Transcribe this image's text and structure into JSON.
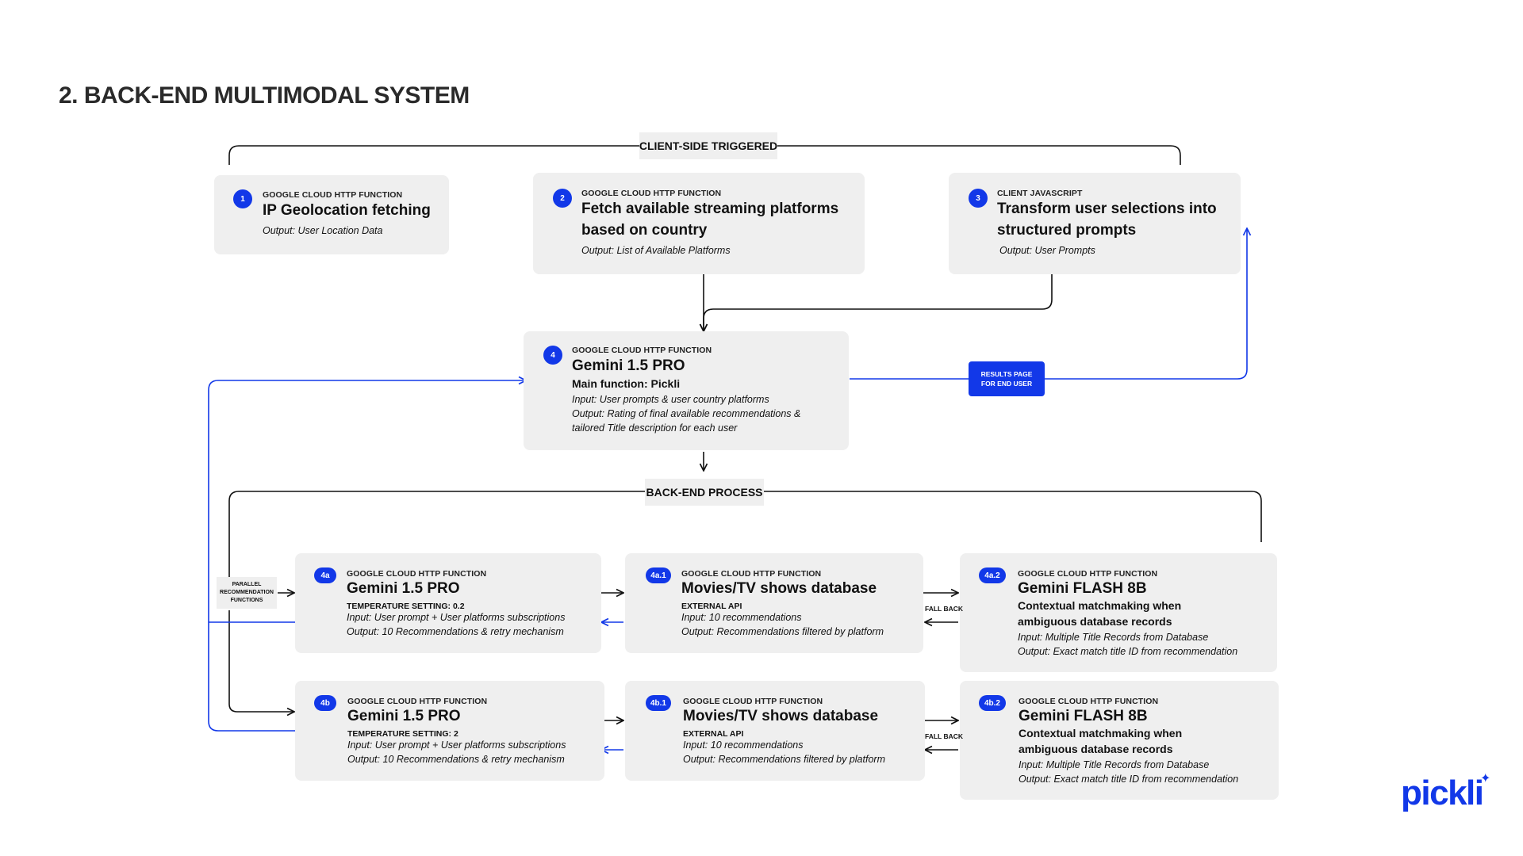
{
  "title": "2.  BACK-END MULTIMODAL SYSTEM",
  "sections": {
    "client": "CLIENT-SIDE TRIGGERED",
    "backend": "BACK-END PROCESS"
  },
  "box1": {
    "badge": "1",
    "caption": "GOOGLE CLOUD HTTP FUNCTION",
    "heading": "IP Geolocation fetching",
    "output": "Output: User Location Data"
  },
  "box2": {
    "badge": "2",
    "caption": "GOOGLE CLOUD HTTP FUNCTION",
    "heading_l1": "Fetch available streaming platforms",
    "heading_l2": "based on country",
    "output": "Output: List of Available Platforms"
  },
  "box3": {
    "badge": "3",
    "caption": "CLIENT JAVASCRIPT",
    "heading_l1": "Transform user  selections into",
    "heading_l2": "structured prompts",
    "output": "Output: User Prompts"
  },
  "box4": {
    "badge": "4",
    "caption": "GOOGLE CLOUD HTTP FUNCTION",
    "heading": "Gemini 1.5 PRO",
    "main": "Main function: Pickli",
    "input": "Input: User prompts & user country platforms",
    "output_l1": "Output: Rating of final available recommendations &",
    "output_l2": "tailored Title description for each user"
  },
  "results_label": "RESULTS PAGE FOR END USER",
  "parallel_label": "PARALLEL RECOMMENDATION FUNCTIONS",
  "fallback_label": "FALL BACK",
  "box4a": {
    "badge": "4a",
    "caption": "GOOGLE CLOUD HTTP FUNCTION",
    "heading": "Gemini 1.5 PRO",
    "setting": "TEMPERATURE SETTING: 0.2",
    "input": "Input: User prompt + User platforms subscriptions",
    "output": "Output: 10 Recommendations & retry mechanism"
  },
  "box4a1": {
    "badge": "4a.1",
    "caption": "GOOGLE CLOUD HTTP FUNCTION",
    "heading": "Movies/TV shows database",
    "setting": "EXTERNAL API",
    "input": "Input: 10 recommendations",
    "output": "Output: Recommendations filtered by platform"
  },
  "box4a2": {
    "badge": "4a.2",
    "caption": "GOOGLE CLOUD HTTP FUNCTION",
    "heading": "Gemini FLASH 8B",
    "sub_l1": "Contextual matchmaking when",
    "sub_l2": "ambiguous database records",
    "input": "Input: Multiple Title Records from Database",
    "output": "Output: Exact match title ID from recommendation"
  },
  "box4b": {
    "badge": "4b",
    "caption": "GOOGLE CLOUD HTTP FUNCTION",
    "heading": "Gemini 1.5 PRO",
    "setting": "TEMPERATURE SETTING: 2",
    "input": "Input: User prompt +  User platforms subscriptions",
    "output": "Output: 10 Recommendations & retry mechanism"
  },
  "box4b1": {
    "badge": "4b.1",
    "caption": "GOOGLE CLOUD HTTP FUNCTION",
    "heading": "Movies/TV shows database",
    "setting": "EXTERNAL API",
    "input": "Input: 10 recommendations",
    "output": "Output: Recommendations filtered by platform"
  },
  "box4b2": {
    "badge": "4b.2",
    "caption": "GOOGLE CLOUD HTTP FUNCTION",
    "heading": "Gemini FLASH 8B",
    "sub_l1": "Contextual matchmaking when",
    "sub_l2": "ambiguous database records",
    "input": "Input: Multiple Title Records from Database",
    "output": "Output: Exact match title ID from recommendation"
  },
  "logo": "pickli",
  "colors": {
    "accent": "#1238e8",
    "box": "#efefef",
    "wire": "#111111"
  }
}
